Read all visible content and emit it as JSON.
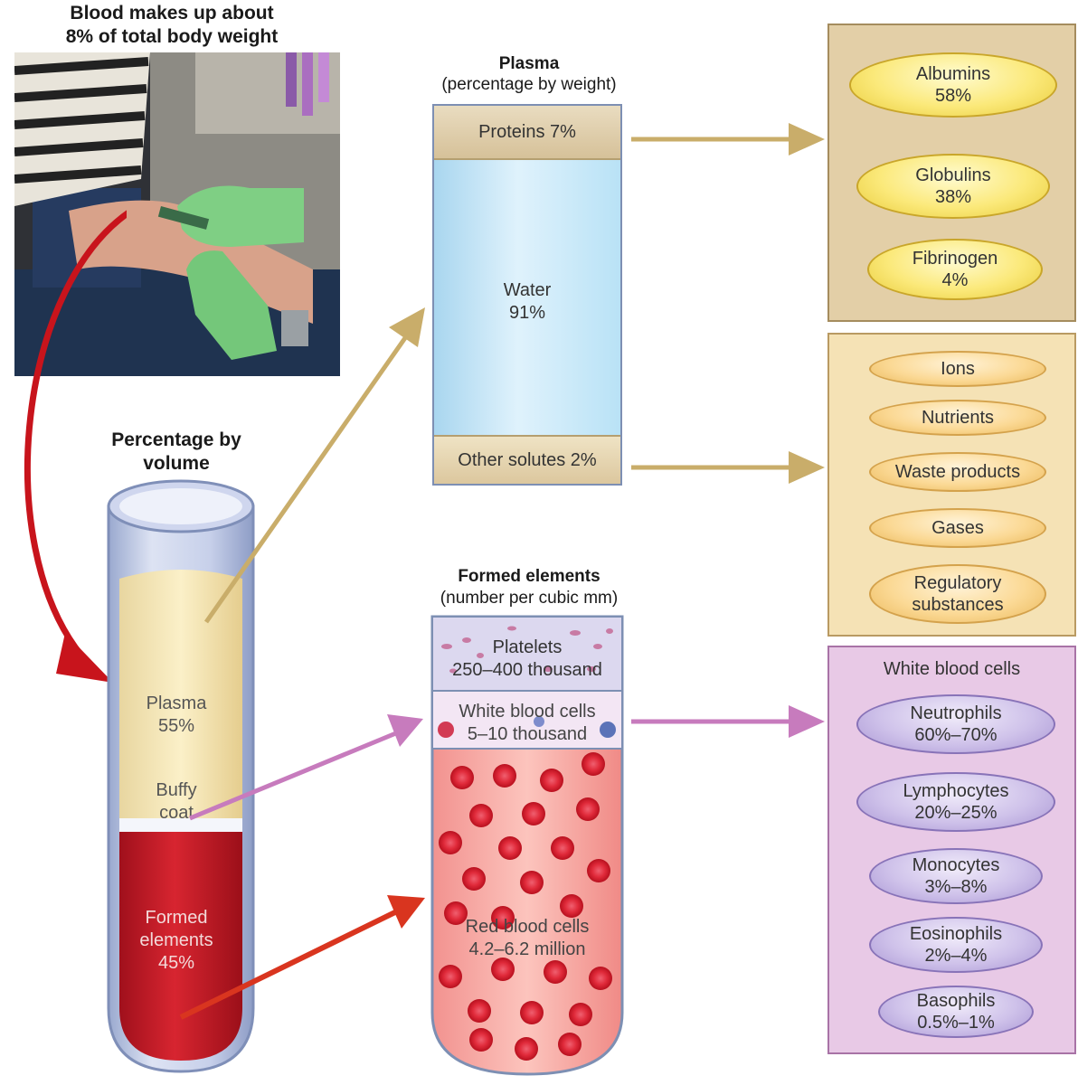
{
  "top_caption": {
    "line1": "Blood makes up about",
    "line2": "8% of total body weight"
  },
  "volume_title": {
    "line1": "Percentage by",
    "line2": "volume"
  },
  "tube": {
    "plasma": {
      "name": "Plasma",
      "pct": "55%"
    },
    "buffy": {
      "line1": "Buffy",
      "line2": "coat"
    },
    "formed": {
      "line1": "Formed",
      "line2": "elements",
      "pct": "45%"
    }
  },
  "plasma_box": {
    "title": "Plasma",
    "subtitle": "(percentage by weight)",
    "proteins": "Proteins 7%",
    "water": {
      "name": "Water",
      "pct": "91%"
    },
    "other": "Other solutes 2%"
  },
  "proteins_panel": [
    {
      "name": "Albumins",
      "pct": "58%"
    },
    {
      "name": "Globulins",
      "pct": "38%"
    },
    {
      "name": "Fibrinogen",
      "pct": "4%"
    }
  ],
  "solutes_panel": [
    {
      "line1": "Ions"
    },
    {
      "line1": "Nutrients"
    },
    {
      "line1": "Waste products"
    },
    {
      "line1": "Gases"
    },
    {
      "line1": "Regulatory",
      "line2": "substances"
    }
  ],
  "formed_box": {
    "title": "Formed elements",
    "subtitle": "(number per cubic mm)",
    "platelets": {
      "name": "Platelets",
      "count": "250–400 thousand"
    },
    "wbc": {
      "name": "White blood cells",
      "count": "5–10 thousand"
    },
    "rbc": {
      "name": "Red blood cells",
      "count": "4.2–6.2 million"
    }
  },
  "wbc_panel": {
    "title": "White blood cells",
    "items": [
      {
        "name": "Neutrophils",
        "pct": "60%–70%"
      },
      {
        "name": "Lymphocytes",
        "pct": "20%–25%"
      },
      {
        "name": "Monocytes",
        "pct": "3%–8%"
      },
      {
        "name": "Eosinophils",
        "pct": "2%–4%"
      },
      {
        "name": "Basophils",
        "pct": "0.5%–1%"
      }
    ]
  },
  "colors": {
    "plasma_arrow": "#c9ad6a",
    "wbc_arrow": "#c77bbd",
    "rbc_arrow": "#d9351f",
    "photo_arrow": "#c8141c",
    "proteins_panel_bg": "#e3cfa7",
    "solutes_panel_bg": "#f5e2b5",
    "wbc_panel_bg": "#e8c9e6"
  }
}
